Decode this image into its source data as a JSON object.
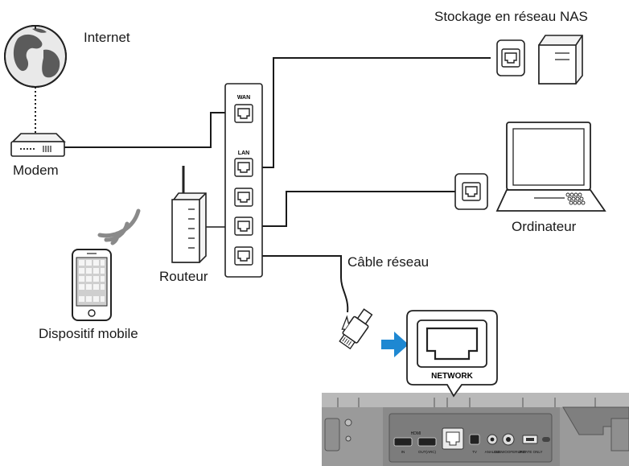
{
  "labels": {
    "internet": "Internet",
    "nas": "Stockage en réseau NAS",
    "modem": "Modem",
    "computer": "Ordinateur",
    "router": "Routeur",
    "mobile": "Dispositif mobile",
    "cable": "Câble réseau"
  },
  "router_panel": {
    "wan": "WAN",
    "lan": "LAN"
  },
  "device": {
    "port_label": "NETWORK",
    "rear_labels": {
      "hdmi": "HDMI",
      "in": "IN",
      "out": "OUT(ARC)",
      "tv": "TV",
      "analog": "ANALOG",
      "subwoofer": "SUBWOOFER OUT",
      "update": "UPDATE ONLY"
    }
  },
  "colors": {
    "arrow": "#1e88d2",
    "line": "#1a1a1a",
    "device_gray": "#8f8f8f"
  },
  "icons": [
    "globe-icon",
    "modem-icon",
    "router-icon",
    "nas-icon",
    "laptop-icon",
    "phone-icon",
    "wifi-icon",
    "rj45-plug-icon",
    "arrow-icon"
  ]
}
